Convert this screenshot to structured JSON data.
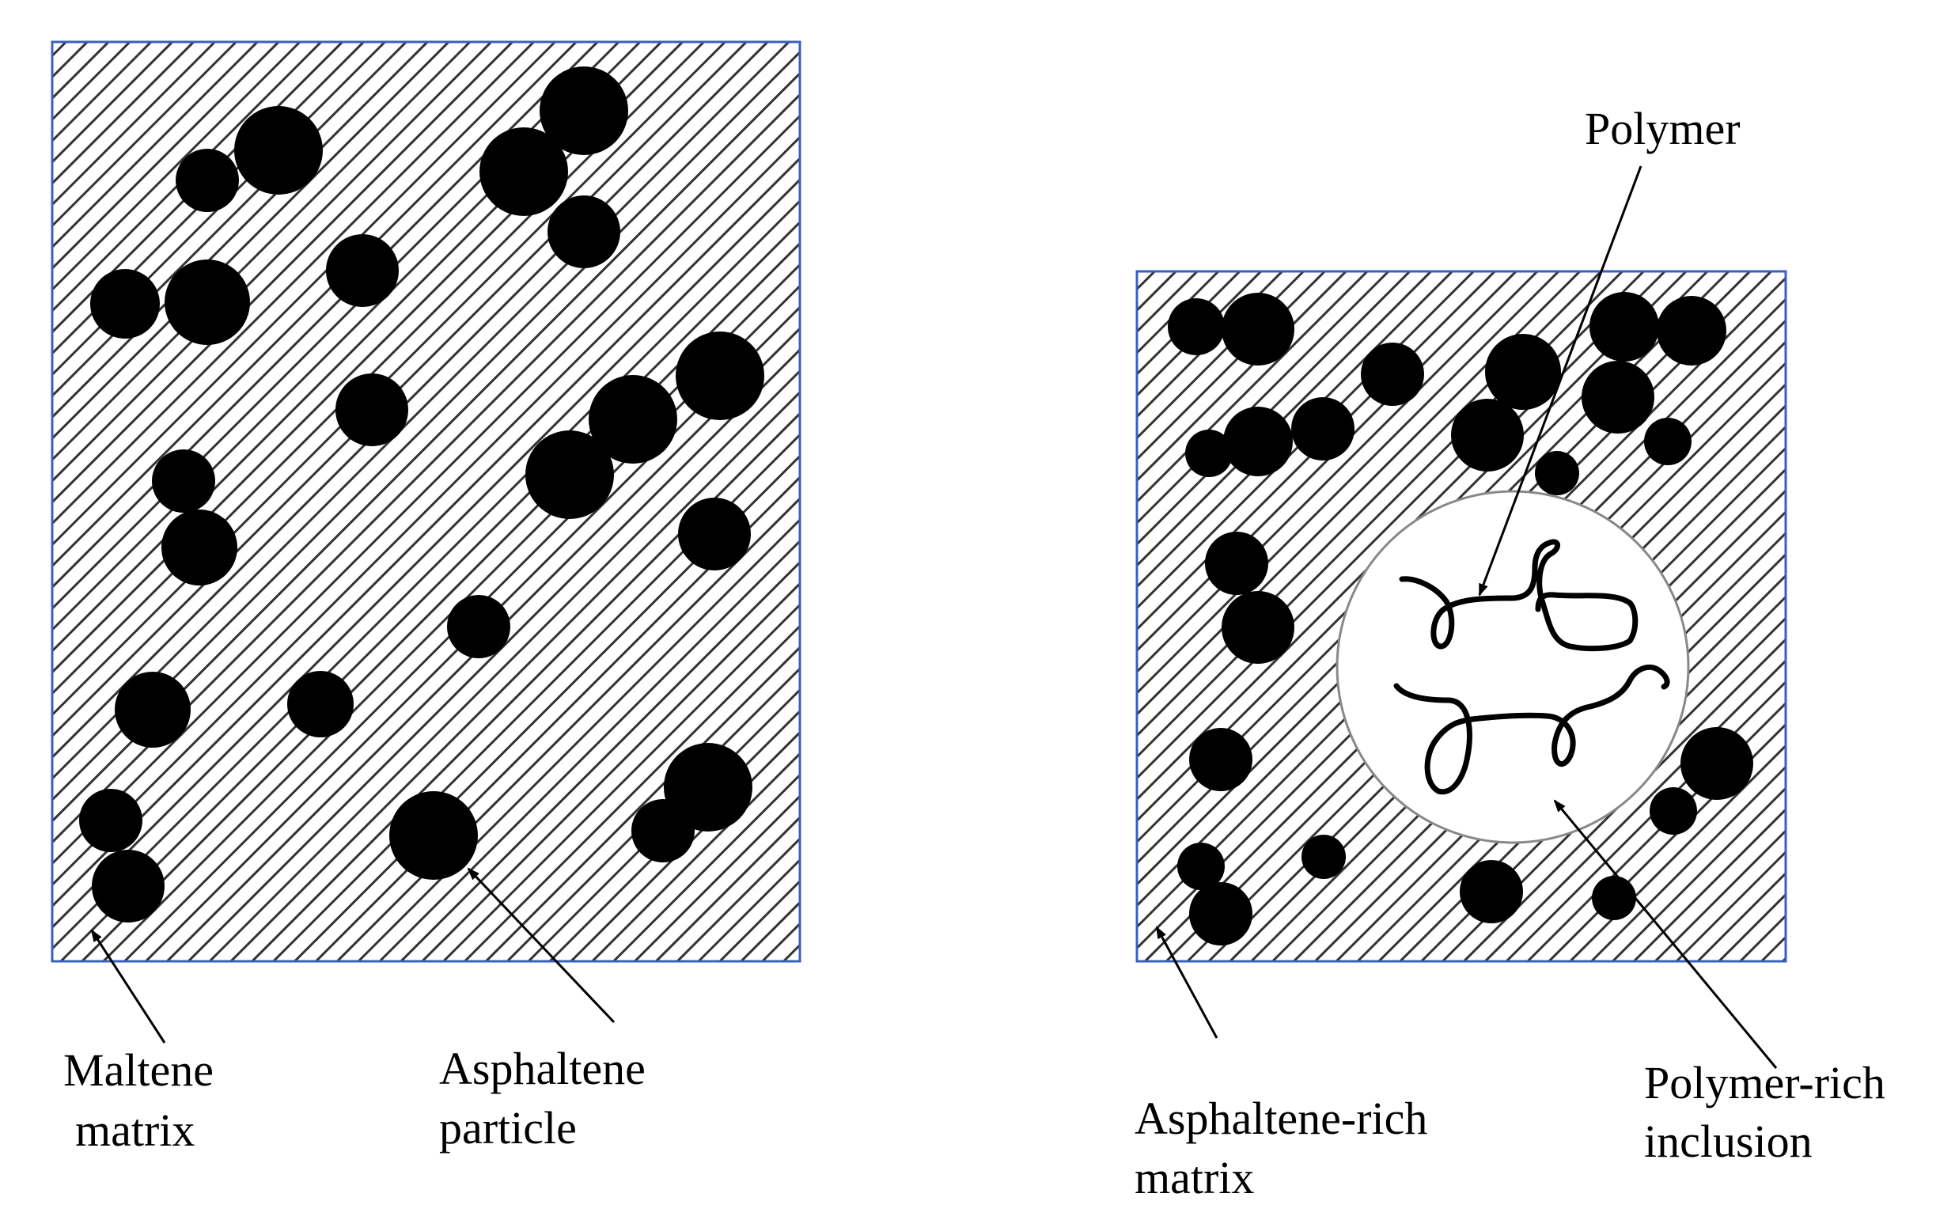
{
  "colors": {
    "frame_border": "#3a5fbf",
    "hatch": "#333333",
    "particle": "#000000",
    "background": "#ffffff"
  },
  "left_panel": {
    "label_matrix": [
      "Maltene",
      "matrix"
    ],
    "label_particle": [
      "Asphaltene",
      "particle"
    ]
  },
  "right_panel": {
    "label_polymer": "Polymer",
    "label_matrix": [
      "Asphaltene-rich",
      "matrix"
    ],
    "label_inclusion": [
      "Polymer-rich",
      "inclusion"
    ]
  }
}
